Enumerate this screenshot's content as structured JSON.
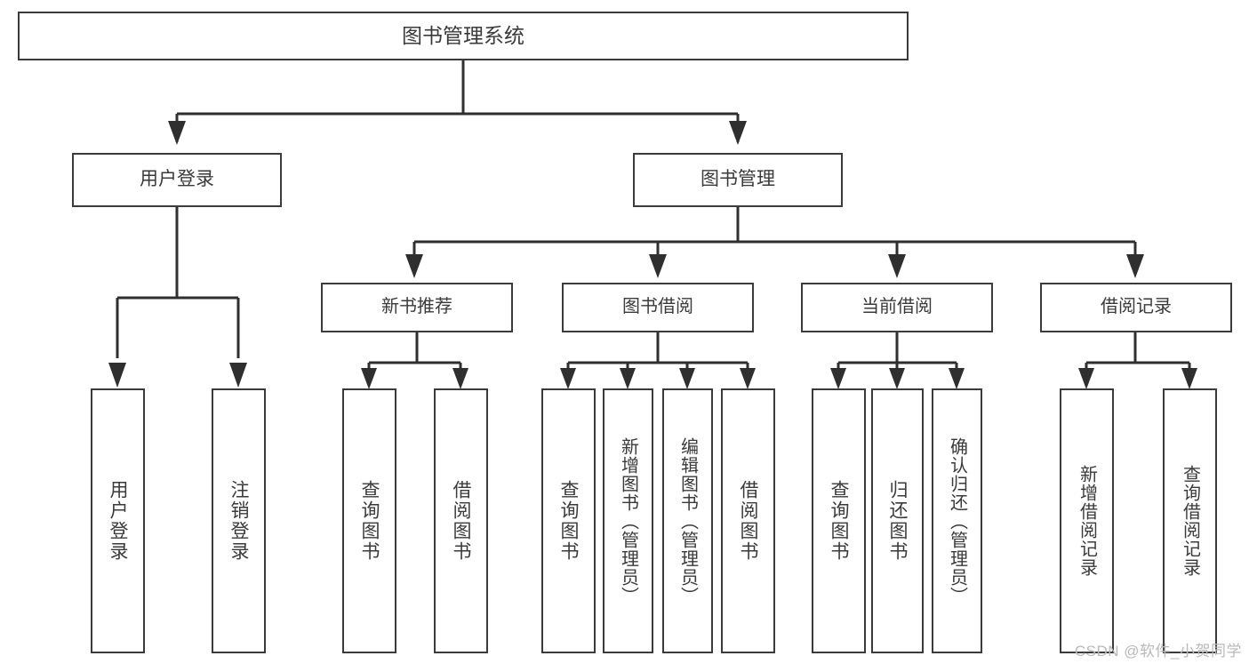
{
  "diagram": {
    "title": "图书管理系统",
    "type": "tree-hierarchy-diagram",
    "root": {
      "id": "root",
      "label": "图书管理系统"
    },
    "level2": [
      {
        "id": "user-login",
        "label": "用户登录"
      },
      {
        "id": "book-management",
        "label": "图书管理"
      }
    ],
    "level3": [
      {
        "id": "new-book-recommend",
        "label": "新书推荐",
        "parent": "book-management"
      },
      {
        "id": "book-borrow",
        "label": "图书借阅",
        "parent": "book-management"
      },
      {
        "id": "current-borrow",
        "label": "当前借阅",
        "parent": "book-management"
      },
      {
        "id": "borrow-record",
        "label": "借阅记录",
        "parent": "book-management"
      }
    ],
    "leaves": [
      {
        "id": "leaf-user-login",
        "label": "用户登录",
        "parent": "user-login"
      },
      {
        "id": "leaf-logout-login",
        "label": "注销登录",
        "parent": "user-login"
      },
      {
        "id": "leaf-query-book-1",
        "label": "查询图书",
        "parent": "new-book-recommend"
      },
      {
        "id": "leaf-borrow-book-1",
        "label": "借阅图书",
        "parent": "new-book-recommend"
      },
      {
        "id": "leaf-query-book-2",
        "label": "查询图书",
        "parent": "book-borrow"
      },
      {
        "id": "leaf-add-book",
        "label": "新增图书（管理员）",
        "parent": "book-borrow"
      },
      {
        "id": "leaf-edit-book",
        "label": "编辑图书（管理员）",
        "parent": "book-borrow"
      },
      {
        "id": "leaf-borrow-book-2",
        "label": "借阅图书",
        "parent": "book-borrow"
      },
      {
        "id": "leaf-query-book-3",
        "label": "查询图书",
        "parent": "current-borrow"
      },
      {
        "id": "leaf-return-book",
        "label": "归还图书",
        "parent": "current-borrow"
      },
      {
        "id": "leaf-confirm-return",
        "label": "确认归还（管理员）",
        "parent": "current-borrow"
      },
      {
        "id": "leaf-add-record",
        "label": "新增借阅记录",
        "parent": "borrow-record"
      },
      {
        "id": "leaf-query-record",
        "label": "查询借阅记录",
        "parent": "borrow-record"
      }
    ]
  },
  "watermark": "CSDN @软件_小贺同学",
  "colors": {
    "border": "#3b3b3b",
    "text": "#3a3a3a",
    "background": "#ffffff",
    "connector": "#2f2f2f",
    "watermark": "#b9b9b9"
  }
}
